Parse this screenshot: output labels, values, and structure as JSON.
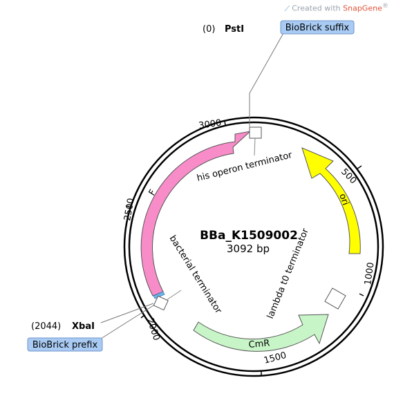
{
  "watermark": {
    "prefix": "Created with ",
    "brand": "SnapGene",
    "mark": "®",
    "icon": "snapgene-logo-icon"
  },
  "plasmid": {
    "name": "BBa_K1509002",
    "size_label": "3092 bp",
    "length_bp": 3092
  },
  "ticks": [
    {
      "label": "500",
      "bp": 500
    },
    {
      "label": "1000",
      "bp": 1000
    },
    {
      "label": "1500",
      "bp": 1500
    },
    {
      "label": "2000",
      "bp": 2000
    },
    {
      "label": "2500",
      "bp": 2500
    },
    {
      "label": "3000",
      "bp": 3000
    }
  ],
  "features": [
    {
      "name": "ori",
      "type": "ori",
      "color": "#ffff00"
    },
    {
      "name": "CmR",
      "type": "resistance",
      "color": "#c8f5c8"
    },
    {
      "name": "F",
      "type": "cds",
      "color": "#f78cc8"
    },
    {
      "name": "his operon terminator",
      "type": "terminator"
    },
    {
      "name": "lambda t0 terminator",
      "type": "terminator"
    },
    {
      "name": "bacterial terminator",
      "type": "terminator"
    }
  ],
  "sites": [
    {
      "position": "(0)",
      "enzyme": "PstI",
      "tag": "BioBrick suffix"
    },
    {
      "position": "(2044)",
      "enzyme": "XbaI",
      "tag": "BioBrick prefix"
    }
  ],
  "colors": {
    "tag_fill": "#a9cbf3",
    "tag_stroke": "#6e93c8",
    "backbone": "#000000"
  }
}
